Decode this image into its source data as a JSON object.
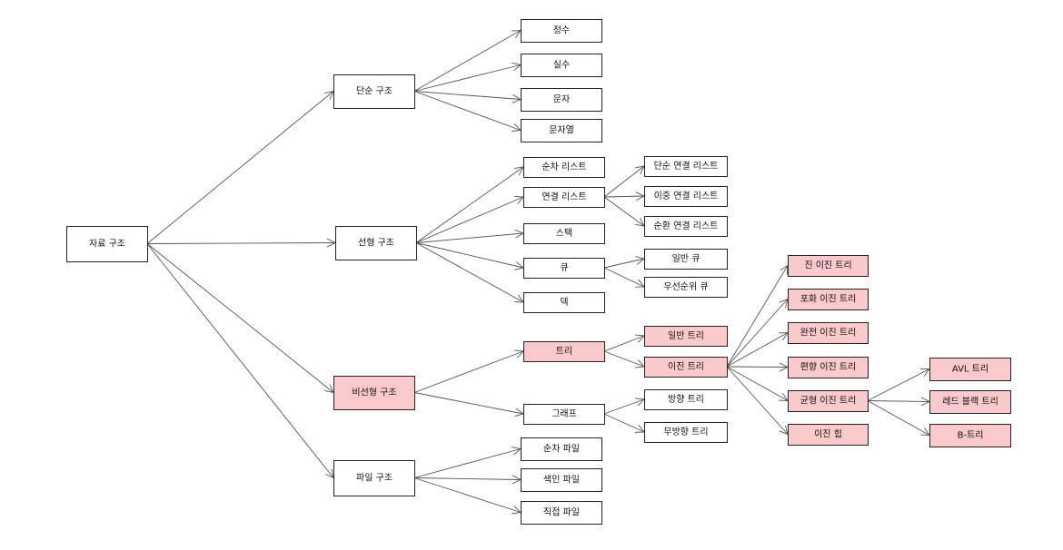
{
  "colors": {
    "default_fill": "#ffffff",
    "highlight_fill": "#f9c9cc",
    "border": "#222222",
    "edge": "#555555"
  },
  "nodes": {
    "root": {
      "label": "자료 구조"
    },
    "simple": {
      "label": "단순 구조"
    },
    "int": {
      "label": "정수"
    },
    "real": {
      "label": "실수"
    },
    "char": {
      "label": "문자"
    },
    "string": {
      "label": "문자열"
    },
    "linear": {
      "label": "선형 구조"
    },
    "seqlist": {
      "label": "순차 리스트"
    },
    "linkedlist": {
      "label": "연결 리스트"
    },
    "stack": {
      "label": "스택"
    },
    "queue": {
      "label": "큐"
    },
    "deque": {
      "label": "덱"
    },
    "singlylinked": {
      "label": "단순 연결 리스트"
    },
    "doublylinked": {
      "label": "이중 연결 리스트"
    },
    "circularlinked": {
      "label": "순환 연결 리스트"
    },
    "normalqueue": {
      "label": "일반 큐"
    },
    "priorityqueue": {
      "label": "우선순위 큐"
    },
    "nonlinear": {
      "label": "비선형 구조",
      "highlight": true
    },
    "tree": {
      "label": "트리",
      "highlight": true
    },
    "graph": {
      "label": "그래프"
    },
    "generaltree": {
      "label": "일반 트리",
      "highlight": true
    },
    "binarytree": {
      "label": "이진 트리",
      "highlight": true
    },
    "directedtree": {
      "label": "방향 트리"
    },
    "undirectedtree": {
      "label": "무방향 트리"
    },
    "properbt": {
      "label": "진 이진 트리",
      "highlight": true
    },
    "fullbt": {
      "label": "포화 이진 트리",
      "highlight": true
    },
    "completebt": {
      "label": "완전 이진 트리",
      "highlight": true
    },
    "skewedbt": {
      "label": "편향 이진 트리",
      "highlight": true
    },
    "balancedbt": {
      "label": "균형 이진 트리",
      "highlight": true
    },
    "binaryheap": {
      "label": "이진 힙",
      "highlight": true
    },
    "avl": {
      "label": "AVL 트리",
      "highlight": true
    },
    "redblack": {
      "label": "레드 블랙 트리",
      "highlight": true
    },
    "btree": {
      "label": "B-트리",
      "highlight": true
    },
    "file": {
      "label": "파일 구조"
    },
    "seqfile": {
      "label": "순차 파일"
    },
    "indexfile": {
      "label": "색인 파일"
    },
    "directfile": {
      "label": "직접 파일"
    }
  },
  "edges": [
    [
      "root",
      "simple"
    ],
    [
      "root",
      "linear"
    ],
    [
      "root",
      "nonlinear"
    ],
    [
      "root",
      "file"
    ],
    [
      "simple",
      "int"
    ],
    [
      "simple",
      "real"
    ],
    [
      "simple",
      "char"
    ],
    [
      "simple",
      "string"
    ],
    [
      "linear",
      "seqlist"
    ],
    [
      "linear",
      "linkedlist"
    ],
    [
      "linear",
      "stack"
    ],
    [
      "linear",
      "queue"
    ],
    [
      "linear",
      "deque"
    ],
    [
      "linkedlist",
      "singlylinked"
    ],
    [
      "linkedlist",
      "doublylinked"
    ],
    [
      "linkedlist",
      "circularlinked"
    ],
    [
      "queue",
      "normalqueue"
    ],
    [
      "queue",
      "priorityqueue"
    ],
    [
      "nonlinear",
      "tree"
    ],
    [
      "nonlinear",
      "graph"
    ],
    [
      "tree",
      "generaltree"
    ],
    [
      "tree",
      "binarytree"
    ],
    [
      "graph",
      "directedtree"
    ],
    [
      "graph",
      "undirectedtree"
    ],
    [
      "binarytree",
      "properbt"
    ],
    [
      "binarytree",
      "fullbt"
    ],
    [
      "binarytree",
      "completebt"
    ],
    [
      "binarytree",
      "skewedbt"
    ],
    [
      "binarytree",
      "balancedbt"
    ],
    [
      "binarytree",
      "binaryheap"
    ],
    [
      "balancedbt",
      "avl"
    ],
    [
      "balancedbt",
      "redblack"
    ],
    [
      "balancedbt",
      "btree"
    ],
    [
      "file",
      "seqfile"
    ],
    [
      "file",
      "indexfile"
    ],
    [
      "file",
      "directfile"
    ]
  ]
}
